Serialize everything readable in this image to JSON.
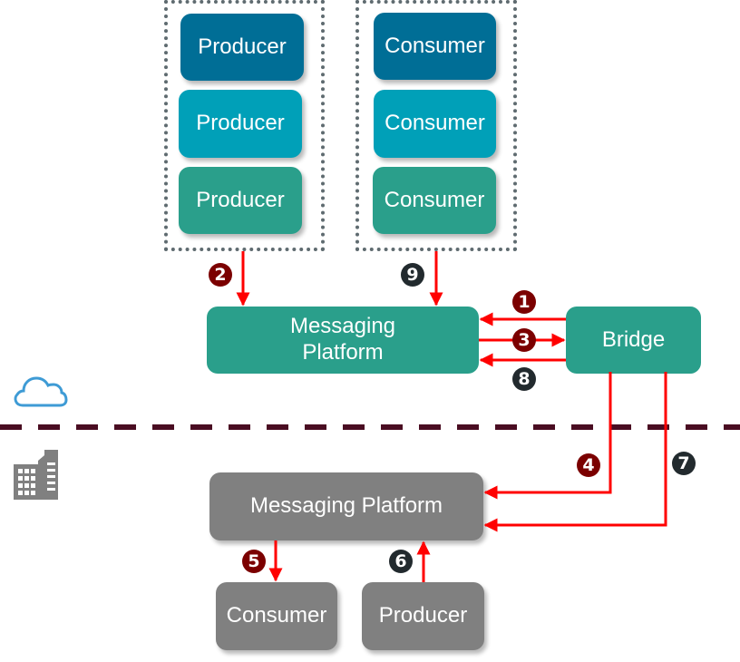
{
  "diagram": {
    "zones": [
      {
        "name": "cloud",
        "icon": "cloud-icon"
      },
      {
        "name": "on-premises",
        "icon": "building-icon"
      }
    ],
    "cloud": {
      "producer_group": [
        "Producer",
        "Producer",
        "Producer"
      ],
      "consumer_group": [
        "Consumer",
        "Consumer",
        "Consumer"
      ],
      "messaging_platform": "Messaging Platform",
      "messaging_platform_lines": [
        "Messaging",
        "Platform"
      ],
      "bridge": "Bridge"
    },
    "on_prem": {
      "messaging_platform": "Messaging Platform",
      "consumer": "Consumer",
      "producer": "Producer"
    },
    "steps": [
      {
        "n": "1",
        "from": "Bridge",
        "to": "Cloud Messaging Platform",
        "style": "red"
      },
      {
        "n": "2",
        "from": "Cloud Producers",
        "to": "Cloud Messaging Platform",
        "style": "red"
      },
      {
        "n": "3",
        "from": "Cloud Messaging Platform",
        "to": "Bridge",
        "style": "red"
      },
      {
        "n": "4",
        "from": "Bridge",
        "to": "On-prem Messaging Platform",
        "style": "red"
      },
      {
        "n": "5",
        "from": "On-prem Messaging Platform",
        "to": "On-prem Consumer",
        "style": "red"
      },
      {
        "n": "6",
        "from": "On-prem Producer",
        "to": "On-prem Messaging Platform",
        "style": "dark"
      },
      {
        "n": "7",
        "from": "Bridge",
        "to": "On-prem Messaging Platform",
        "style": "dark"
      },
      {
        "n": "8",
        "from": "Bridge",
        "to": "Cloud Messaging Platform",
        "style": "dark"
      },
      {
        "n": "9",
        "from": "Cloud Consumers",
        "to": "Cloud Messaging Platform",
        "style": "dark"
      }
    ],
    "colors": {
      "producer_dark": "#006e96",
      "producer_mid": "#00a0b8",
      "producer_teal": "#2a9f8b",
      "on_prem_gray": "#808080",
      "arrow": "#ff0000",
      "badge_red": "#7b0000",
      "badge_dark": "#222a2e",
      "divider": "#4a0d22",
      "cloud_icon": "#3e9bd5"
    }
  }
}
